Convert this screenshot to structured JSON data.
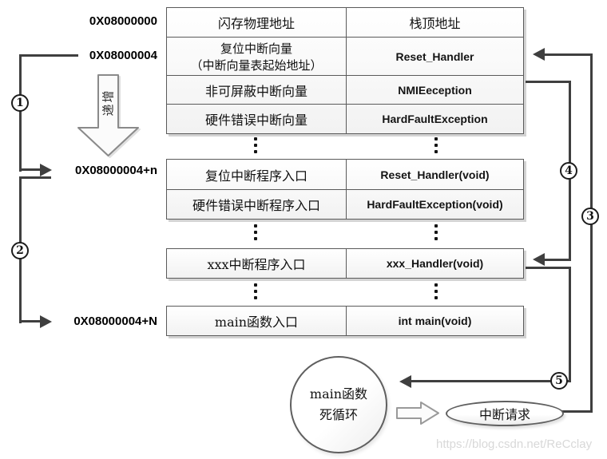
{
  "addresses": {
    "a0": "0X08000000",
    "a1": "0X08000004",
    "a2": "0X08000004+n",
    "a3": "0X08000004+N"
  },
  "increase_arrow": {
    "label": "递增"
  },
  "steps": {
    "s1": "1",
    "s2": "2",
    "s3": "3",
    "s4": "4",
    "s5": "5"
  },
  "table": {
    "flash_addr": {
      "left": "闪存物理地址",
      "right": "栈顶地址"
    },
    "reset_vector": {
      "left1": "复位中断向量",
      "left2": "（中断向量表起始地址）",
      "right": "Reset_Handler"
    },
    "nmi_vector": {
      "left": "非可屏蔽中断向量",
      "right": "NMIEeception"
    },
    "hardfault_vector": {
      "left": "硬件错误中断向量",
      "right": "HardFaultException"
    },
    "reset_entry": {
      "left": "复位中断程序入口",
      "right": "Reset_Handler(void)"
    },
    "hardfault_entry": {
      "left": "硬件错误中断程序入口",
      "right": "HardFaultException(void)"
    },
    "xxx_entry": {
      "left": "xxx中断程序入口",
      "right": "xxx_Handler(void)"
    },
    "main_entry": {
      "left": "main函数入口",
      "right": "int main(void)"
    }
  },
  "main_loop": {
    "line1": "main函数",
    "line2": "死循环"
  },
  "interrupt_request": {
    "label": "中断请求"
  },
  "watermark": "https://blog.csdn.net/ReCclay",
  "colors": {
    "line": "#3f3f3f",
    "border": "#5a5a5a",
    "watermark": "#d8d8d8"
  }
}
